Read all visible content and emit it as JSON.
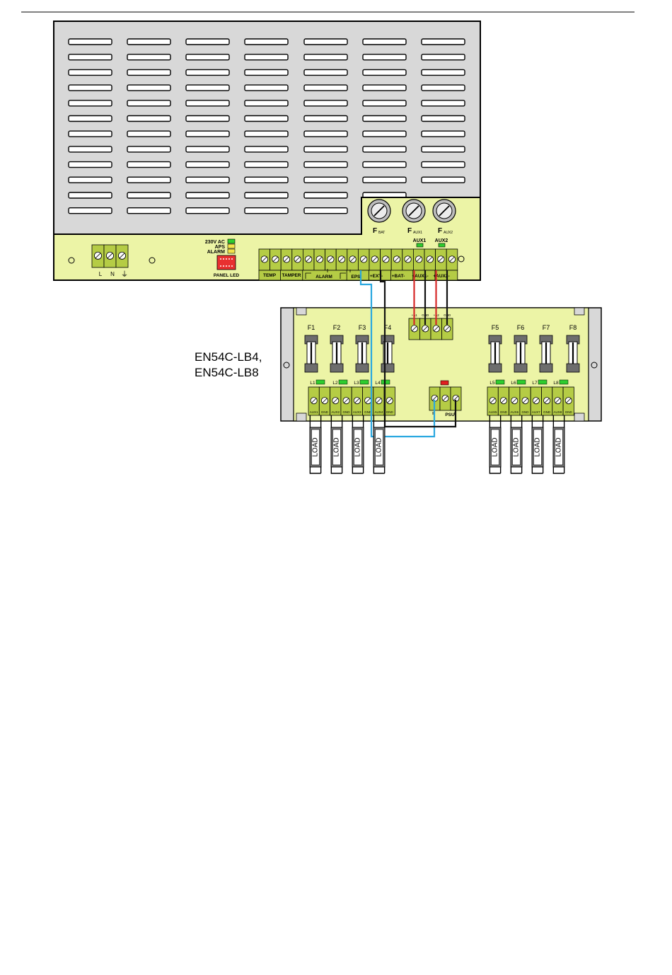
{
  "psu": {
    "mains_terminals": [
      "L",
      "N",
      "⏚"
    ],
    "fuses": [
      {
        "label": "F",
        "sub": "BAT"
      },
      {
        "label": "F",
        "sub": "AUX1"
      },
      {
        "label": "F",
        "sub": "AUX2"
      }
    ],
    "status_leds": [
      {
        "label": "230V AC",
        "color": "#2ecc2e"
      },
      {
        "label": "APS",
        "color": "#f2e34a"
      },
      {
        "label": "ALARM",
        "color": "#f2e34a"
      }
    ],
    "panel_led_label": "PANEL LED",
    "aux_led_labels": [
      "AUX1",
      "AUX2"
    ],
    "terminal_groups": [
      "TEMP",
      "TAMPER",
      "ALARM",
      "EPS",
      "+EXT-",
      "+BAT-",
      "+AUX1-",
      "+AUX2-"
    ]
  },
  "board": {
    "product_label_line1": "EN54C-LB4,",
    "product_label_line2": "EN54C-LB8",
    "fuses_left": [
      "F1",
      "F2",
      "F3",
      "F4"
    ],
    "fuses_right": [
      "F5",
      "F6",
      "F7",
      "F8"
    ],
    "leds_left": [
      "L1",
      "L2",
      "L3",
      "L4"
    ],
    "leds_right": [
      "L5",
      "L6",
      "L7",
      "L8"
    ],
    "input_labels": [
      "+A1",
      "GND",
      "+A2",
      "GND"
    ],
    "psu_label": "PSU",
    "out_left": [
      "AUX1",
      "GND",
      "AUX2",
      "GND",
      "AUX3",
      "GND",
      "AUX4",
      "GND"
    ],
    "out_right": [
      "AUX5",
      "GND",
      "AUX6",
      "GND",
      "AUX7",
      "GND",
      "AUX8",
      "GND"
    ]
  },
  "loads": [
    "LOAD",
    "LOAD",
    "LOAD",
    "LOAD",
    "LOAD",
    "LOAD",
    "LOAD",
    "LOAD"
  ],
  "colors": {
    "pcb": "#ecf4a6",
    "terminal": "#b5cc45",
    "enclosure": "#d8d8d8",
    "wire_red": "#d62828",
    "wire_blue": "#2aa8e0",
    "wire_black": "#111111",
    "led_green": "#2ecc2e",
    "led_red": "#e02020"
  }
}
